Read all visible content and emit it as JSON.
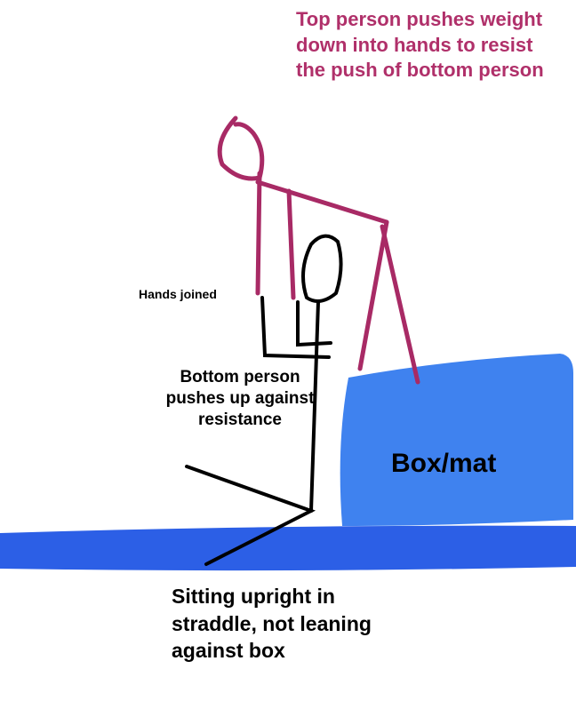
{
  "labels": {
    "top_person": "Top person pushes weight down into hands to resist the push of bottom person",
    "hands": "Hands joined",
    "bottom_person": "Bottom person pushes up against resistance",
    "box": "Box/mat",
    "sitting": "Sitting upright in straddle, not leaning against box"
  },
  "colors": {
    "top": "#a82a65",
    "bottom": "#000000",
    "mat": "#2c5fe6",
    "box": "#3f82ef"
  }
}
